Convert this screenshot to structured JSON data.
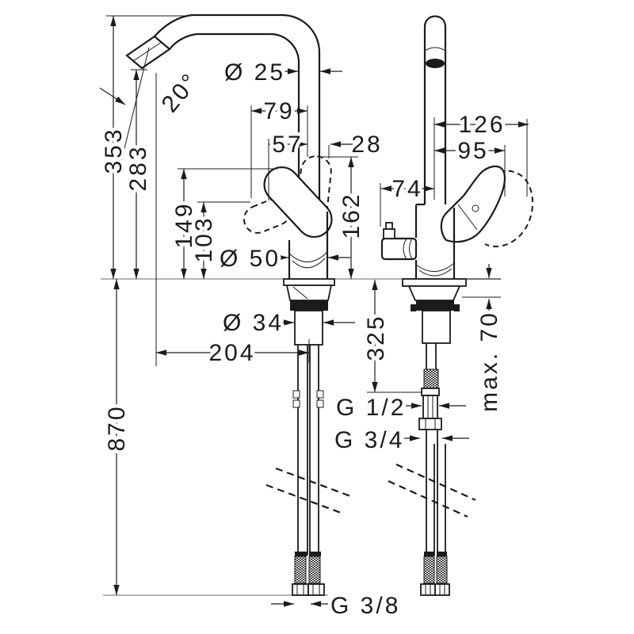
{
  "drawing": {
    "type": "faucet-installation-technical-drawing",
    "views": [
      "front-view",
      "side-view"
    ],
    "colors": {
      "ink": "#1b1b1b",
      "construction_line": "#9c9c9c",
      "background": "#ffffff"
    }
  },
  "dims": {
    "spout_diameter": "Ø 25",
    "spout_angle": "20°",
    "d79": "79",
    "d57": "57",
    "d28": "28",
    "d353": "353",
    "d283": "283",
    "d162": "162",
    "d149": "149",
    "d103": "103",
    "dia50": "Ø 50",
    "dia34": "Ø 34",
    "d204": "204",
    "d870": "870",
    "d126": "126",
    "d95": "95",
    "d74": "74",
    "d325": "325",
    "max70": "max. 70",
    "g12": "G 1/2",
    "g34": "G 3/4",
    "g38": "G 3/8"
  }
}
